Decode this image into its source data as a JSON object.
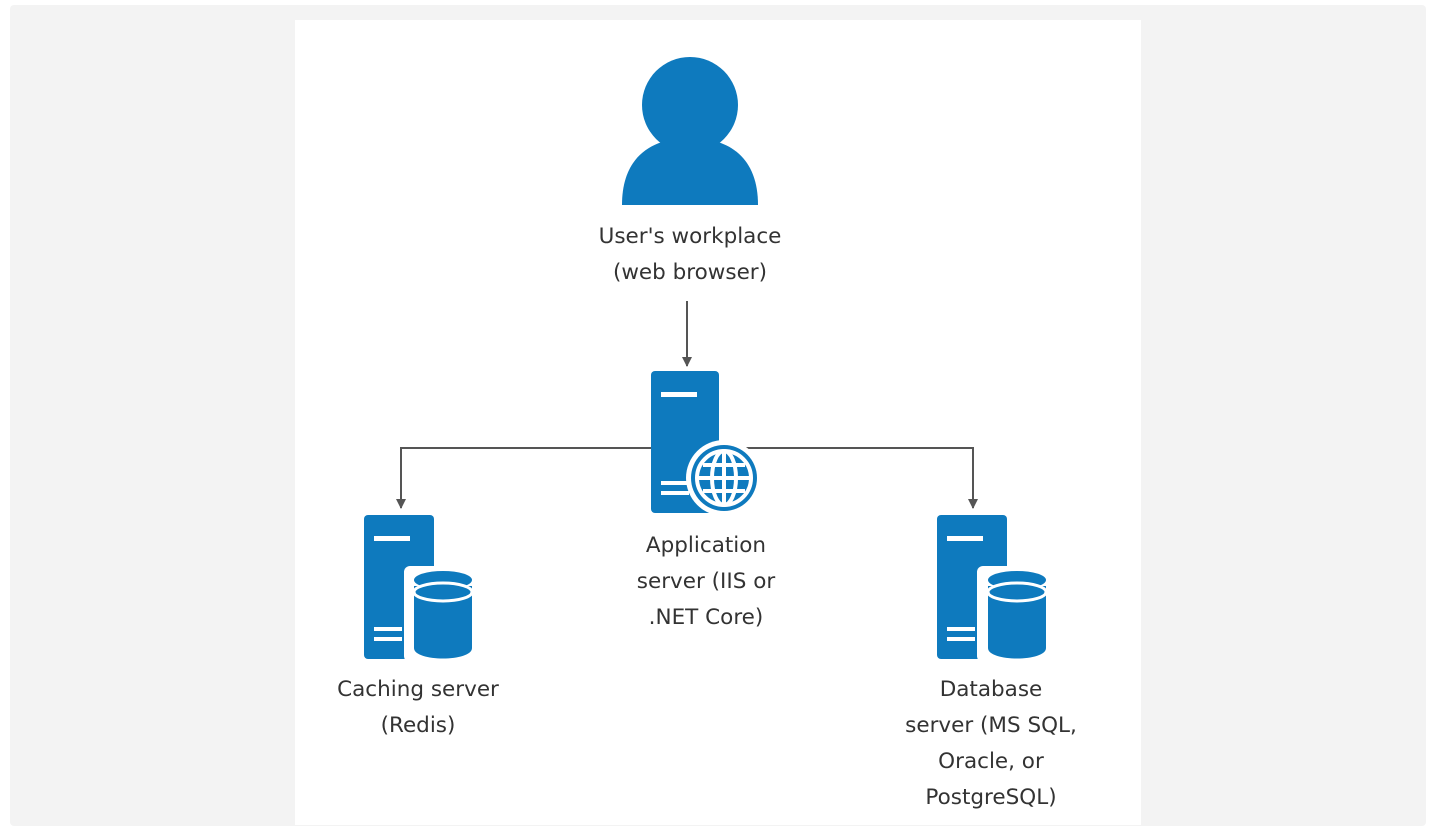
{
  "colors": {
    "icon": "#0e7abe",
    "connector": "#555555",
    "label": "#333333",
    "frame": "#f3f3f3",
    "canvas": "#ffffff"
  },
  "nodes": {
    "user": {
      "icon": "user-person-icon",
      "label_lines": [
        "User's workplace",
        "(web browser)"
      ]
    },
    "app_server": {
      "icon": "web-server-globe-icon",
      "label_lines": [
        "Application",
        "server (IIS or",
        ".NET Core)"
      ]
    },
    "cache_server": {
      "icon": "database-server-icon",
      "label_lines": [
        "Caching server",
        "(Redis)"
      ]
    },
    "db_server": {
      "icon": "database-server-icon",
      "label_lines": [
        "Database",
        "server (MS SQL,",
        "Oracle, or",
        "PostgreSQL)"
      ]
    }
  },
  "edges": [
    {
      "from": "user",
      "to": "app_server"
    },
    {
      "from": "app_server",
      "to": "cache_server"
    },
    {
      "from": "app_server",
      "to": "db_server"
    }
  ]
}
